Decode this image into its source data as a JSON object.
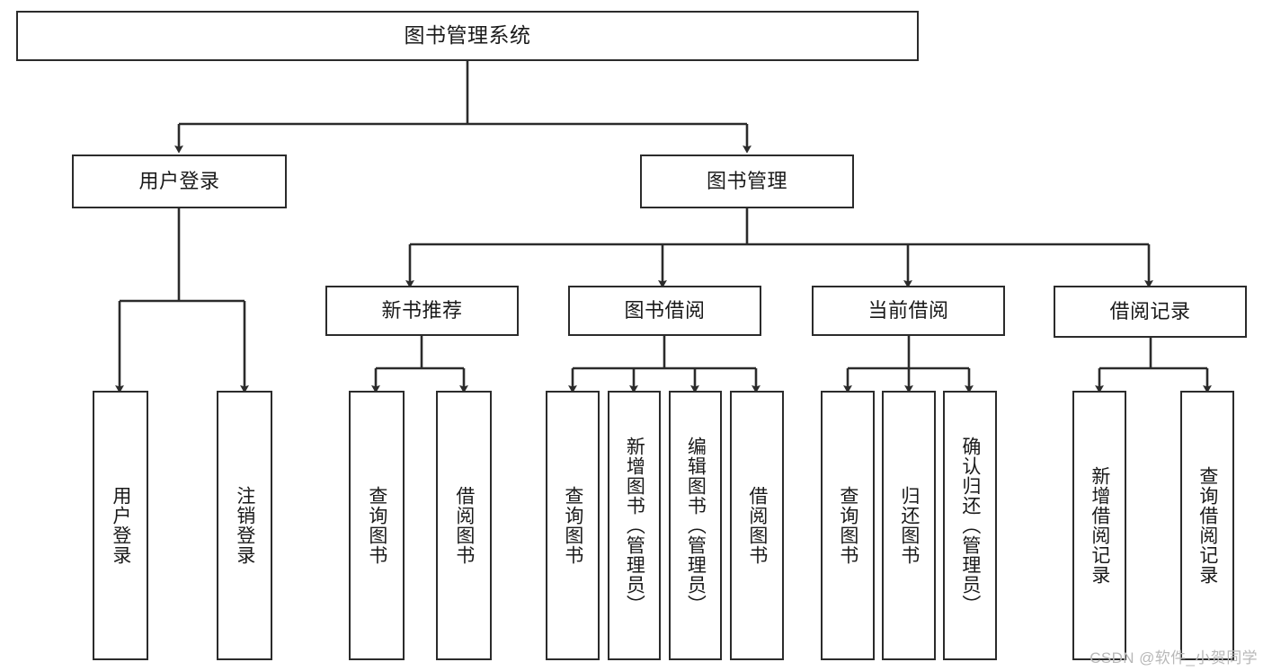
{
  "diagram": {
    "title": "图书管理系统",
    "type": "hierarchy-tree",
    "background": "#ffffff",
    "line_color": "#2b2b2b",
    "text_color": "#1a1a1a",
    "root": {
      "label": "图书管理系统"
    },
    "level2": [
      {
        "label": "用户登录"
      },
      {
        "label": "图书管理"
      }
    ],
    "level3": [
      {
        "label": "新书推荐"
      },
      {
        "label": "图书借阅"
      },
      {
        "label": "当前借阅"
      },
      {
        "label": "借阅记录"
      }
    ],
    "leaves": {
      "user_login": [
        {
          "label": "用户登录"
        },
        {
          "label": "注销登录"
        }
      ],
      "new_book": [
        {
          "label": "查询图书"
        },
        {
          "label": "借阅图书"
        }
      ],
      "book_borrow": [
        {
          "label": "查询图书"
        },
        {
          "label": "新增图书（管理员）"
        },
        {
          "label": "编辑图书（管理员）"
        },
        {
          "label": "借阅图书"
        }
      ],
      "current_borrow": [
        {
          "label": "查询图书"
        },
        {
          "label": "归还图书"
        },
        {
          "label": "确认归还（管理员）"
        }
      ],
      "borrow_record": [
        {
          "label": "新增借阅记录"
        },
        {
          "label": "查询借阅记录"
        }
      ]
    }
  },
  "watermark": {
    "text": "CSDN @软件_小贺同学"
  }
}
